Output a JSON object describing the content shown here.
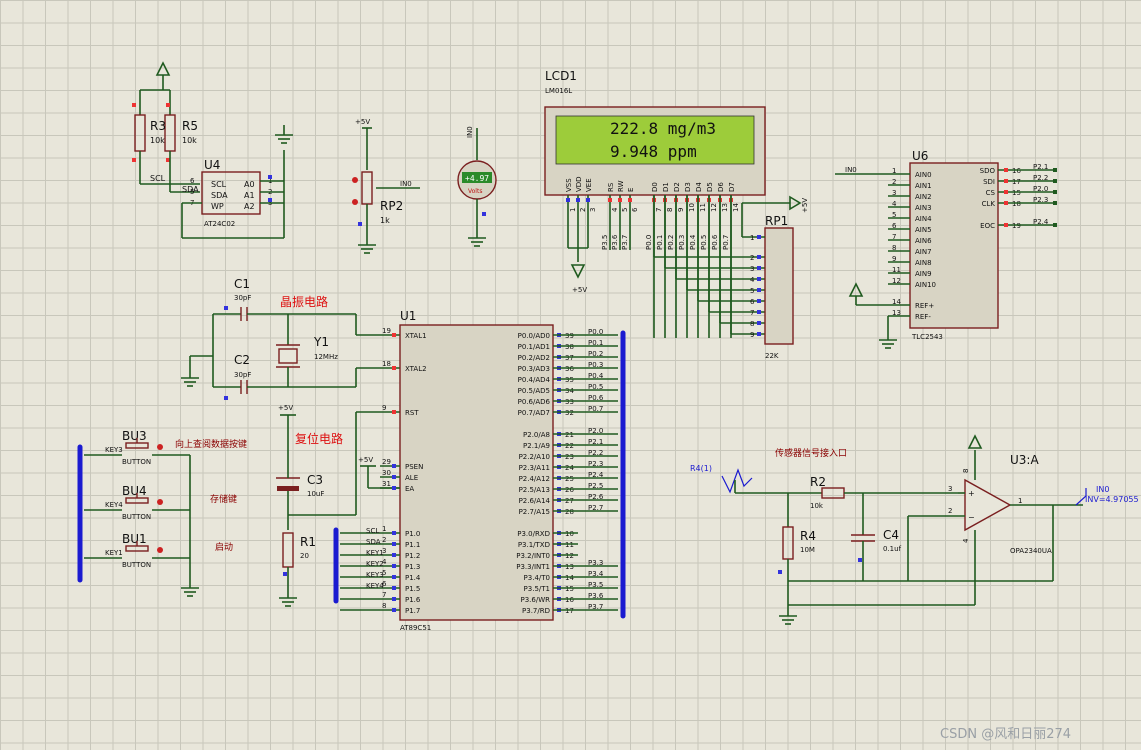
{
  "lcd": {
    "ref": "LCD1",
    "model": "LM016L",
    "line1": "222.8  mg/m3",
    "line2": "9.948  ppm",
    "pins": [
      "VSS",
      "VDD",
      "VEE",
      "RS",
      "RW",
      "E",
      "D0",
      "D1",
      "D2",
      "D3",
      "D4",
      "D5",
      "D6",
      "D7"
    ]
  },
  "u1": {
    "ref": "U1",
    "model": "AT89C51",
    "left_pins": [
      "XTAL1",
      "XTAL2",
      "RST",
      "PSEN",
      "ALE",
      "EA",
      "P1.0",
      "P1.1",
      "P1.2",
      "P1.3",
      "P1.4",
      "P1.5",
      "P1.6",
      "P1.7"
    ],
    "left_nums": [
      "19",
      "18",
      "9",
      "29",
      "30",
      "31",
      "1",
      "2",
      "3",
      "4",
      "5",
      "6",
      "7",
      "8"
    ],
    "right_pins": [
      "P0.0/AD0",
      "P0.1/AD1",
      "P0.2/AD2",
      "P0.3/AD3",
      "P0.4/AD4",
      "P0.5/AD5",
      "P0.6/AD6",
      "P0.7/AD7",
      "P2.0/A8",
      "P2.1/A9",
      "P2.2/A10",
      "P2.3/A11",
      "P2.4/A12",
      "P2.5/A13",
      "P2.6/A14",
      "P2.7/A15",
      "P3.0/RXD",
      "P3.1/TXD",
      "P3.2/INT0",
      "P3.3/INT1",
      "P3.4/T0",
      "P3.5/T1",
      "P3.6/WR",
      "P3.7/RD"
    ],
    "right_nums": [
      "39",
      "38",
      "37",
      "36",
      "35",
      "34",
      "33",
      "32",
      "21",
      "22",
      "23",
      "24",
      "25",
      "26",
      "27",
      "28",
      "10",
      "11",
      "12",
      "13",
      "14",
      "15",
      "16",
      "17"
    ],
    "right_nets": [
      "P0.0",
      "P0.1",
      "P0.2",
      "P0.3",
      "P0.4",
      "P0.5",
      "P0.6",
      "P0.7",
      "P2.0",
      "P2.1",
      "P2.2",
      "P2.3",
      "P2.4",
      "P2.5",
      "P2.6",
      "P2.7",
      "",
      "",
      "",
      "P3.3",
      "P3.4",
      "P3.5",
      "P3.6",
      "P3.7"
    ],
    "p1_nets": [
      "SCL",
      "SDA",
      "KEY1",
      "KEY2",
      "KEY3",
      "KEY4"
    ]
  },
  "u4": {
    "ref": "U4",
    "model": "AT24C02",
    "pins": [
      "SCL",
      "SDA",
      "WP",
      "A0",
      "A1",
      "A2"
    ],
    "nums": [
      "6",
      "5",
      "7",
      "1",
      "2",
      "3"
    ]
  },
  "u6": {
    "ref": "U6",
    "model": "TLC2543",
    "left": [
      "AIN0",
      "AIN1",
      "AIN2",
      "AIN3",
      "AIN4",
      "AIN5",
      "AIN6",
      "AIN7",
      "AIN8",
      "AIN9",
      "AIN10",
      "REF+",
      "REF-"
    ],
    "left_nums": [
      "1",
      "2",
      "3",
      "4",
      "5",
      "6",
      "7",
      "8",
      "9",
      "11",
      "12",
      "14",
      "13"
    ],
    "right": [
      "SDO",
      "SDI",
      "CS",
      "CLK",
      "EOC"
    ],
    "right_nums": [
      "16",
      "17",
      "15",
      "18",
      "19"
    ],
    "right_nets": [
      "P2.1",
      "P2.2",
      "P2.0",
      "P2.3",
      "P2.4"
    ],
    "in_net": "IN0"
  },
  "u3": {
    "ref": "U3:A",
    "model": "OPA2340UA",
    "pins": [
      "3",
      "2",
      "1",
      "8",
      "4"
    ]
  },
  "rp1": {
    "ref": "RP1",
    "value": "22K",
    "pins": [
      "1",
      "2",
      "3",
      "4",
      "5",
      "6",
      "7",
      "8",
      "9"
    ],
    "vcc": "+5V"
  },
  "rp2": {
    "ref": "RP2",
    "value": "1k",
    "vcc": "+5V",
    "net": "IN0"
  },
  "volt": {
    "reading": "+4.97",
    "unit": "Volts",
    "net": "IN0"
  },
  "parts": {
    "r3": "R3",
    "r3v": "10k",
    "r5": "R5",
    "r5v": "10k",
    "c1": "C1",
    "c1v": "30pF",
    "c2": "C2",
    "c2v": "30pF",
    "y1": "Y1",
    "y1v": "12MHz",
    "c3": "C3",
    "c3v": "10uF",
    "r1": "R1",
    "r1v": "20",
    "r2": "R2",
    "r2v": "10k",
    "r4": "R4",
    "r4v": "10M",
    "c4": "C4",
    "c4v": "0.1uf",
    "vcc": "+5V",
    "scl": "SCL",
    "sda": "SDA"
  },
  "buttons": [
    {
      "ref": "BU3",
      "value": "BUTTON",
      "key": "KEY3",
      "note": "向上查阅数据按键"
    },
    {
      "ref": "BU4",
      "value": "BUTTON",
      "key": "KEY4",
      "note": "存储键"
    },
    {
      "ref": "BU1",
      "value": "BUTTON",
      "key": "KEY1",
      "note": "启动"
    }
  ],
  "lcd_nets": [
    "P3.5",
    "P3.6",
    "P3.7",
    "P0.0",
    "P0.1",
    "P0.2",
    "P0.3",
    "P0.4",
    "P0.5",
    "P0.6",
    "P0.7"
  ],
  "notes": {
    "osc": "晶振电路",
    "reset": "复位电路",
    "sensor": "传感器信号接入口",
    "sig": "R4(1)",
    "probe_net": "IN0",
    "probe_val": "INV=4.97055"
  },
  "watermark": "CSDN @风和日丽274"
}
